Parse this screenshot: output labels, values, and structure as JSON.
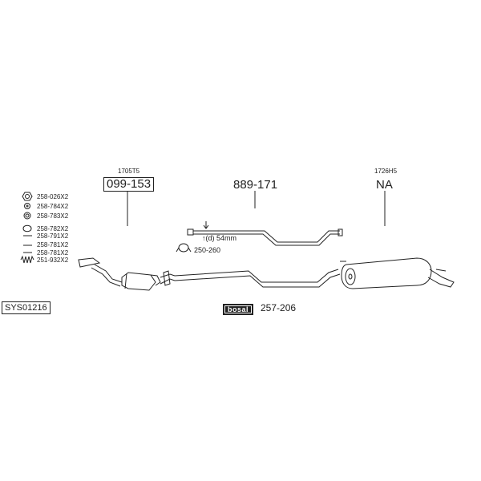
{
  "diagram": {
    "system_code": "SYS01216",
    "parts": [
      {
        "ref": "1705T5",
        "number": "099-153"
      },
      {
        "ref": "",
        "number": "889-171"
      },
      {
        "ref": "1726H5",
        "number": "NA"
      }
    ],
    "dimension_note": "↑(d) 54mm",
    "clamp_part": "250-260",
    "fitting_list": [
      "258-026X2",
      "258-784X2",
      "258-783X2",
      "258-782X2",
      "258-791X2",
      "258-781X2",
      "258-781X2",
      "251-932X2"
    ],
    "brand": {
      "logo_text": "bosal",
      "part": "257-206"
    }
  }
}
